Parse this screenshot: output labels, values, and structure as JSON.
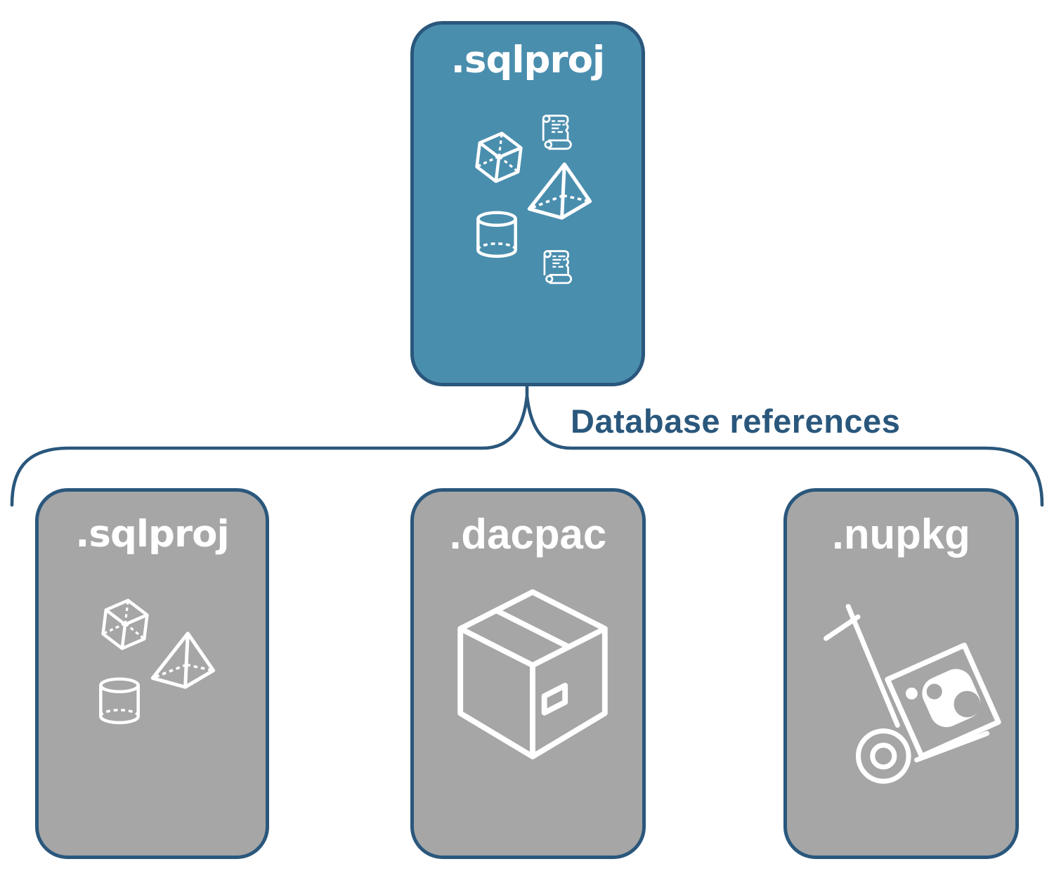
{
  "diagram": {
    "root_card": {
      "label": ".sqlproj",
      "icons": [
        "scroll-icon",
        "cube-icon",
        "pyramid-icon",
        "cylinder-icon",
        "scroll-icon"
      ]
    },
    "connector_label": "Database references",
    "child_cards": [
      {
        "label": ".sqlproj",
        "icons": [
          "cube-icon",
          "pyramid-icon",
          "cylinder-icon"
        ]
      },
      {
        "label": ".dacpac",
        "icons": [
          "package-box-icon"
        ]
      },
      {
        "label": ".nupkg",
        "icons": [
          "hand-truck-package-icon"
        ]
      }
    ],
    "colors": {
      "root_fill": "#4a8eae",
      "child_fill": "#a6a6a6",
      "border": "#2a577c",
      "connector": "#2a577c",
      "label_text": "#ffffff",
      "icon": "#ffffff",
      "background": "#ffffff"
    }
  }
}
